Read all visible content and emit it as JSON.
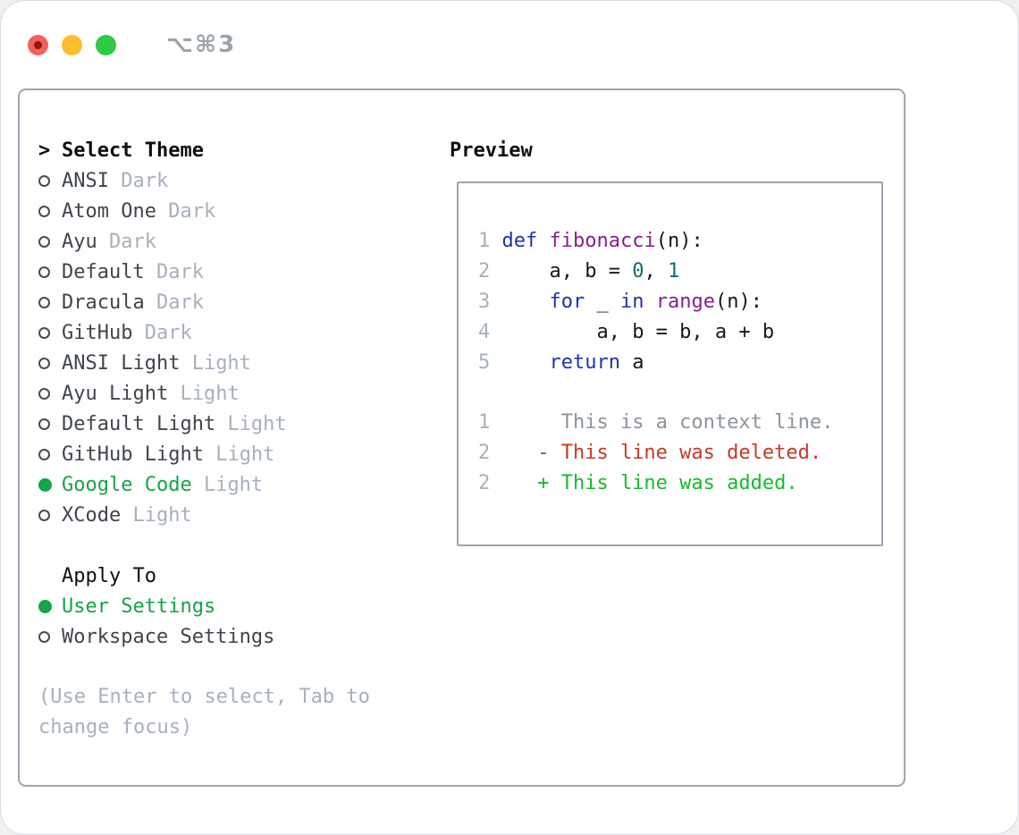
{
  "titlebar": {
    "shortcut": "⌥⌘3"
  },
  "theme_selector": {
    "prompt": ">",
    "title": "Select Theme",
    "themes": [
      {
        "name": "ANSI",
        "tag": "Dark",
        "selected": false
      },
      {
        "name": "Atom One",
        "tag": "Dark",
        "selected": false
      },
      {
        "name": "Ayu",
        "tag": "Dark",
        "selected": false
      },
      {
        "name": "Default",
        "tag": "Dark",
        "selected": false
      },
      {
        "name": "Dracula",
        "tag": "Dark",
        "selected": false
      },
      {
        "name": "GitHub",
        "tag": "Dark",
        "selected": false
      },
      {
        "name": "ANSI Light",
        "tag": "Light",
        "selected": false
      },
      {
        "name": "Ayu Light",
        "tag": "Light",
        "selected": false
      },
      {
        "name": "Default Light",
        "tag": "Light",
        "selected": false
      },
      {
        "name": "GitHub Light",
        "tag": "Light",
        "selected": false
      },
      {
        "name": "Google Code",
        "tag": "Light",
        "selected": true
      },
      {
        "name": "XCode",
        "tag": "Light",
        "selected": false
      }
    ]
  },
  "apply_to": {
    "title": "Apply To",
    "options": [
      {
        "label": "User Settings",
        "selected": true
      },
      {
        "label": "Workspace Settings",
        "selected": false
      }
    ]
  },
  "hint": "(Use Enter to select, Tab to change focus)",
  "preview": {
    "title": "Preview",
    "code_lines": [
      {
        "num": "1",
        "tokens": [
          {
            "t": "def",
            "c": "kw"
          },
          {
            "t": " ",
            "c": "pl"
          },
          {
            "t": "fibonacci",
            "c": "fn"
          },
          {
            "t": "(n):",
            "c": "pl"
          }
        ]
      },
      {
        "num": "2",
        "tokens": [
          {
            "t": "    a, b = ",
            "c": "pl"
          },
          {
            "t": "0",
            "c": "num"
          },
          {
            "t": ", ",
            "c": "pl"
          },
          {
            "t": "1",
            "c": "num"
          }
        ]
      },
      {
        "num": "3",
        "tokens": [
          {
            "t": "    ",
            "c": "pl"
          },
          {
            "t": "for",
            "c": "kw"
          },
          {
            "t": " _ ",
            "c": "pl"
          },
          {
            "t": "in",
            "c": "kw"
          },
          {
            "t": " ",
            "c": "pl"
          },
          {
            "t": "range",
            "c": "fn"
          },
          {
            "t": "(n):",
            "c": "pl"
          }
        ]
      },
      {
        "num": "4",
        "tokens": [
          {
            "t": "        a, b = b, a + b",
            "c": "pl"
          }
        ]
      },
      {
        "num": "5",
        "tokens": [
          {
            "t": "    ",
            "c": "pl"
          },
          {
            "t": "return",
            "c": "kw"
          },
          {
            "t": " a",
            "c": "pl"
          }
        ]
      }
    ],
    "diff_lines": [
      {
        "num": "1",
        "type": "context",
        "text": "      This is a context line."
      },
      {
        "num": "2",
        "type": "deleted",
        "text": "    - This line was deleted."
      },
      {
        "num": "2",
        "type": "added",
        "text": "    + This line was added."
      }
    ]
  },
  "colors": {
    "selection_green": "#16a34a",
    "keyword_blue": "#2031b4",
    "function_purple": "#871f8d",
    "literal_teal": "#0d6f6e",
    "diff_deleted_red": "#c53a25",
    "diff_added_green": "#14bc2c",
    "muted_gray": "#a7b0bd",
    "border_gray": "#9ba5b0",
    "traffic_red": "#f4605a",
    "traffic_yellow": "#fcbd2f",
    "traffic_green": "#2fc944"
  }
}
